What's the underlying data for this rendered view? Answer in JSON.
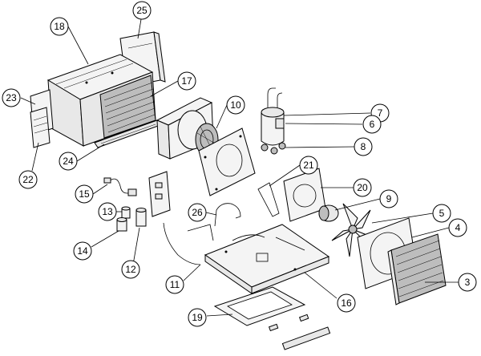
{
  "callouts": [
    {
      "id": "c25",
      "label": "25"
    },
    {
      "id": "c18",
      "label": "18"
    },
    {
      "id": "c17",
      "label": "17"
    },
    {
      "id": "c23",
      "label": "23"
    },
    {
      "id": "c22",
      "label": "22"
    },
    {
      "id": "c24",
      "label": "24"
    },
    {
      "id": "c10",
      "label": "10"
    },
    {
      "id": "c7",
      "label": "7"
    },
    {
      "id": "c6",
      "label": "6"
    },
    {
      "id": "c8",
      "label": "8"
    },
    {
      "id": "c21",
      "label": "21"
    },
    {
      "id": "c20",
      "label": "20"
    },
    {
      "id": "c9",
      "label": "9"
    },
    {
      "id": "c5",
      "label": "5"
    },
    {
      "id": "c4",
      "label": "4"
    },
    {
      "id": "c3",
      "label": "3"
    },
    {
      "id": "c15",
      "label": "15"
    },
    {
      "id": "c13",
      "label": "13"
    },
    {
      "id": "c26",
      "label": "26"
    },
    {
      "id": "c14",
      "label": "14"
    },
    {
      "id": "c12",
      "label": "12"
    },
    {
      "id": "c11",
      "label": "11"
    },
    {
      "id": "c16",
      "label": "16"
    },
    {
      "id": "c19",
      "label": "19"
    }
  ]
}
